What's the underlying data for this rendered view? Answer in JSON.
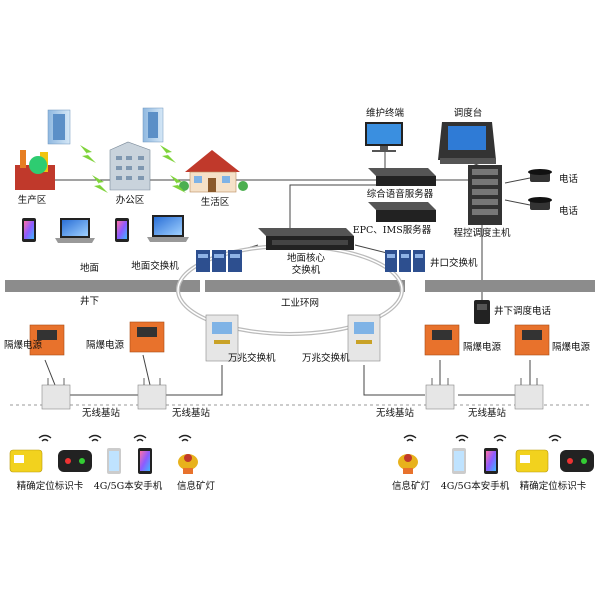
{
  "colors": {
    "ground_bar": "#8c8c8c",
    "explosion_box": "#e8722c",
    "switch_box": "#e6e6e6",
    "signal_wave": "#222222",
    "lightning": "#7fd33a",
    "ring": "#cccccc",
    "line": "#444444"
  },
  "labels": {
    "production_area": "生产区",
    "office_area": "办公区",
    "living_area": "生活区",
    "maintenance_terminal": "维护终端",
    "dispatch_console": "调度台",
    "voice_server": "综合语音服务器",
    "epc_ims": "EPC、IMS服务器",
    "program_host": "程控调度主机",
    "phone": "电话",
    "ground": "地面",
    "ground_switch": "地面交换机",
    "core_switch_line1": "地面核心",
    "core_switch_line2": "交换机",
    "wellhead_switch": "井口交换机",
    "underground": "井下",
    "ring_network": "工业环网",
    "underground_phone": "井下调度电话",
    "explosion_power": "隔爆电源",
    "gigabit_switch": "万兆交换机",
    "wireless_bs": "无线基站",
    "locator_card": "精确定位标识卡",
    "phone_4g5g": "4G/5G本安手机",
    "info_lamp": "信息矿灯"
  }
}
